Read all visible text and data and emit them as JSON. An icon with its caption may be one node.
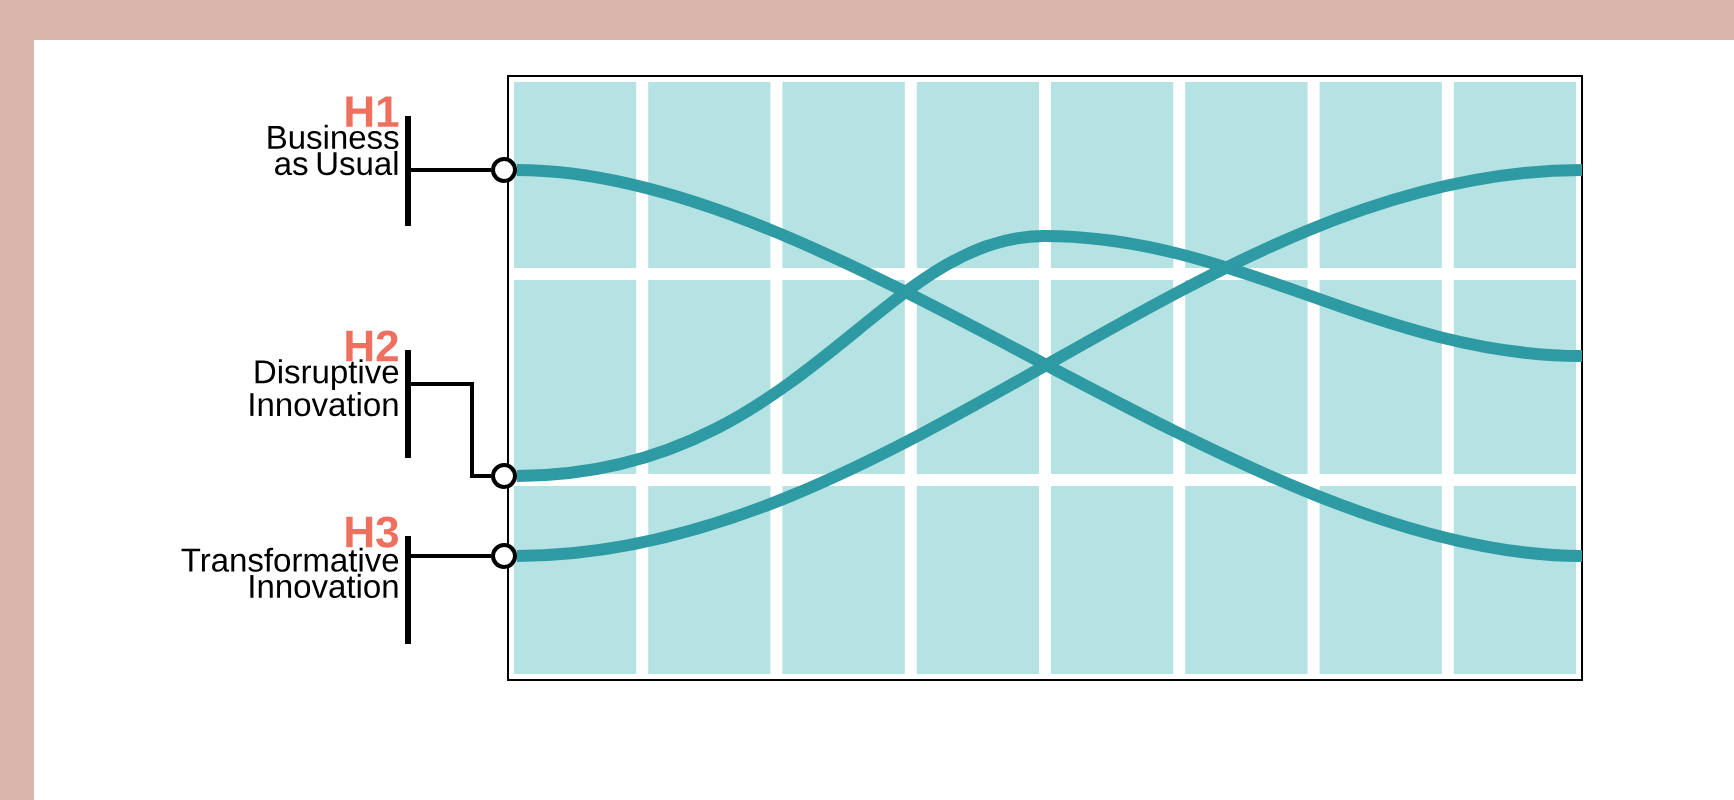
{
  "diagram": {
    "nodes": [
      {
        "text": [
          "H1",
          "Business as Usual"
        ]
      },
      {
        "text": [
          "H2",
          "Disruptive Innovation"
        ]
      },
      {
        "text": [
          "H3",
          "Transformative Innovation"
        ]
      },
      {
        "text": [],
        "shape": "circle"
      },
      {
        "text": [],
        "shape": "circle"
      },
      {
        "text": [],
        "shape": "circle"
      }
    ],
    "edges": [
      {
        "from": 0,
        "to": 3,
        "arrow": "none"
      },
      {
        "from": 1,
        "to": 4,
        "arrow": "none"
      },
      {
        "from": 2,
        "to": 5,
        "arrow": "none"
      },
      {
        "from": 3,
        "to": null,
        "arrow": "none",
        "style": "thick",
        "color": "#2e9aa3"
      },
      {
        "from": 4,
        "to": null,
        "arrow": "none",
        "style": "thick",
        "color": "#2e9aa3"
      },
      {
        "from": 5,
        "to": null,
        "arrow": "none",
        "style": "thick",
        "color": "#2e9aa3"
      }
    ]
  }
}
